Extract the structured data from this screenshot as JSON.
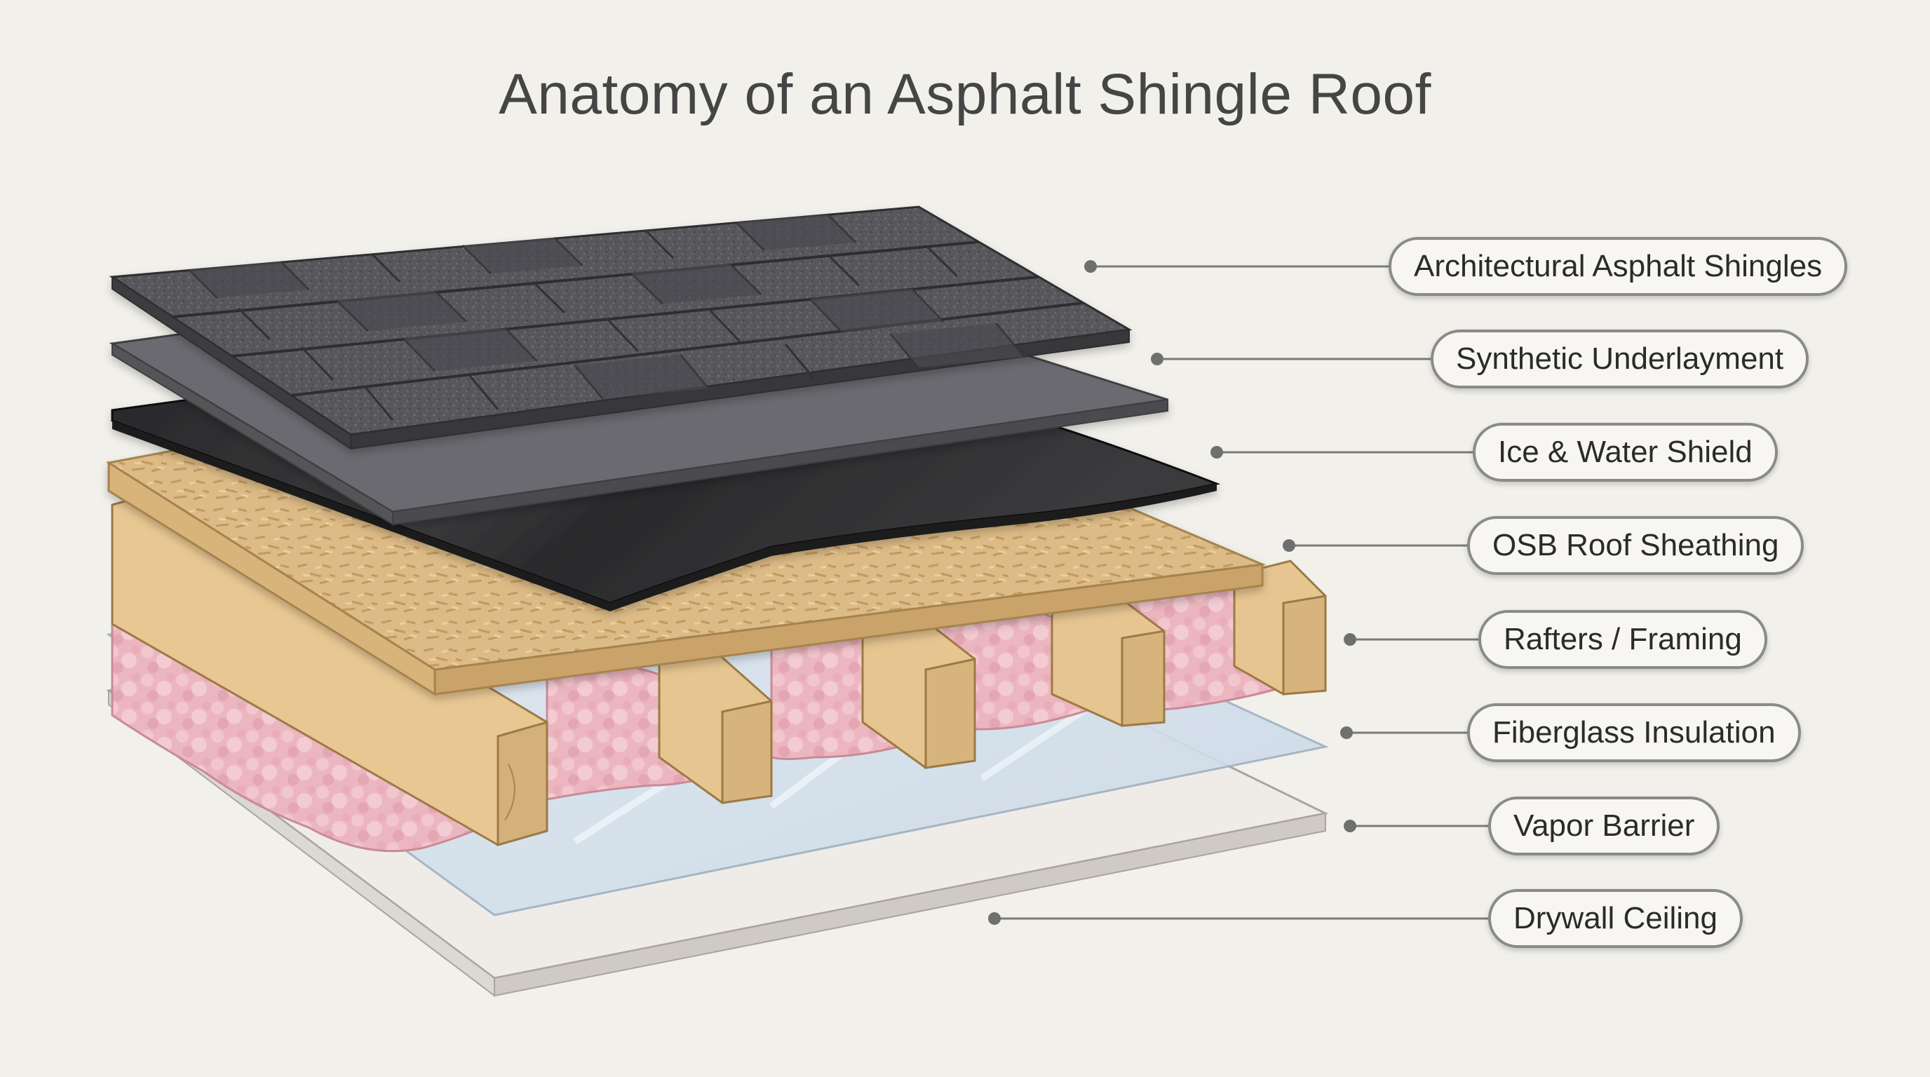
{
  "title": "Anatomy of an Asphalt Shingle Roof",
  "colors": {
    "background": "#f2f0ea",
    "shingle": "#55555a",
    "underlayment": "#6a6a6d",
    "ice_water_shield": "#2b2b2d",
    "osb": "#dcb984",
    "rafter": "#e7c895",
    "insulation": "#edb8c2",
    "vapor_barrier": "#d5e2ee",
    "drywall": "#eeebe7",
    "leader_line": "#7a7a7a"
  },
  "layers": [
    {
      "label": "Architectural Asphalt Shingles"
    },
    {
      "label": "Synthetic Underlayment"
    },
    {
      "label": "Ice & Water Shield"
    },
    {
      "label": "OSB Roof Sheathing"
    },
    {
      "label": "Rafters / Framing"
    },
    {
      "label": "Fiberglass Insulation"
    },
    {
      "label": "Vapor Barrier"
    },
    {
      "label": "Drywall Ceiling"
    }
  ]
}
